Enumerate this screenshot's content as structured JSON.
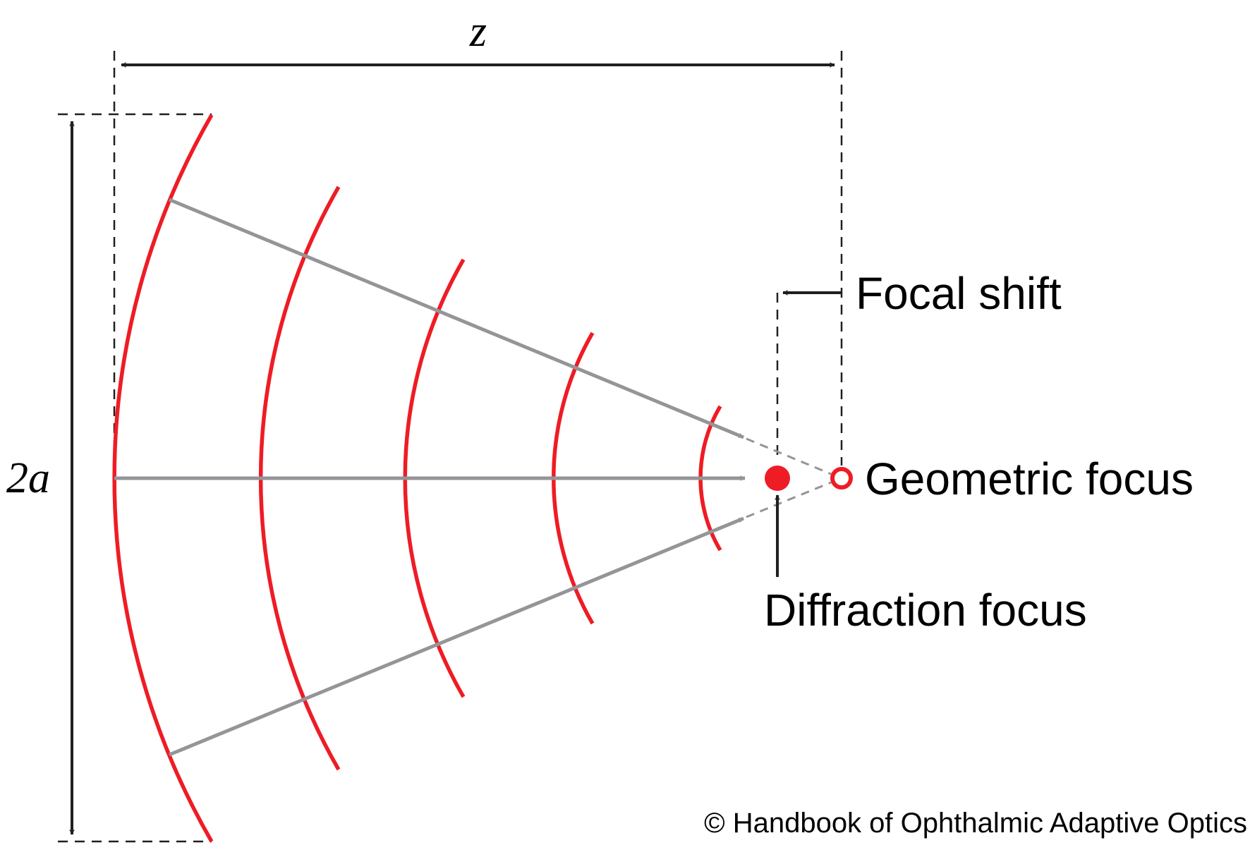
{
  "labels": {
    "z": "z",
    "two_a": "2a",
    "focal_shift": "Focal shift",
    "geometric_focus": "Geometric focus",
    "diffraction_focus": "Diffraction focus"
  },
  "copyright": "© Handbook of Ophthalmic Adaptive Optics",
  "colors": {
    "wavefront": "#ee1c25",
    "ray": "#939598",
    "line": "#231f20",
    "dashed": "#231f20"
  }
}
